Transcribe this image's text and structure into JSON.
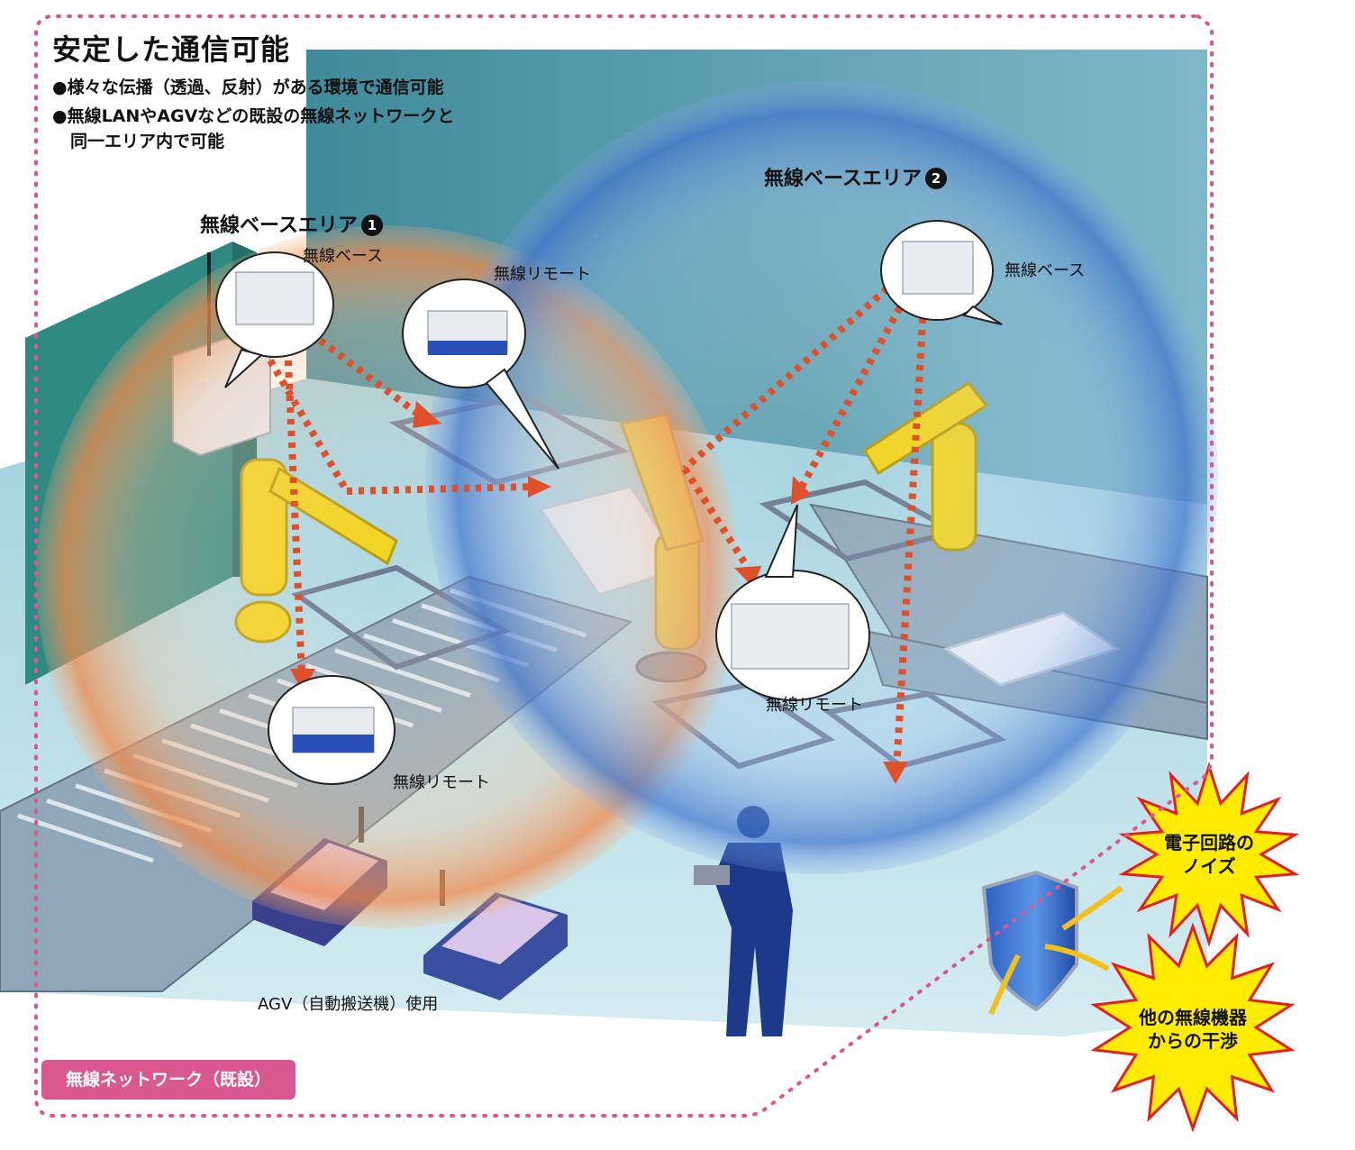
{
  "title": "安定した通信可能",
  "bullets": [
    "●様々な伝播（透過、反射）がある環境で通信可能",
    "●無線LANやAGVなどの既設の無線ネットワークと",
    "同一エリア内で可能"
  ],
  "areas": [
    {
      "label": "無線ベースエリア",
      "number": "1"
    },
    {
      "label": "無線ベースエリア",
      "number": "2"
    }
  ],
  "device_labels": {
    "base_left": "無線ベース",
    "base_right": "無線ベース",
    "remote_top": "無線リモート",
    "remote_mid": "無線リモート",
    "remote_bottom": "無線リモート"
  },
  "agv_label": "AGV（自動搬送機）使用",
  "network_badge": "無線ネットワーク（既設）",
  "interference": {
    "noise": [
      "電子回路の",
      "ノイズ"
    ],
    "other_wireless": [
      "他の無線機器",
      "からの干渉"
    ]
  },
  "colors": {
    "area1_glow": "#f0a060",
    "area2_glow": "#6a9ee0",
    "wave_arrow": "#e0502a",
    "badge": "#d9588f",
    "burst": "#ffec00",
    "burst_edge": "#e0201a",
    "wall": "#2f8a84",
    "floor": "#b6dbe6",
    "robot": "#f2d21a"
  }
}
